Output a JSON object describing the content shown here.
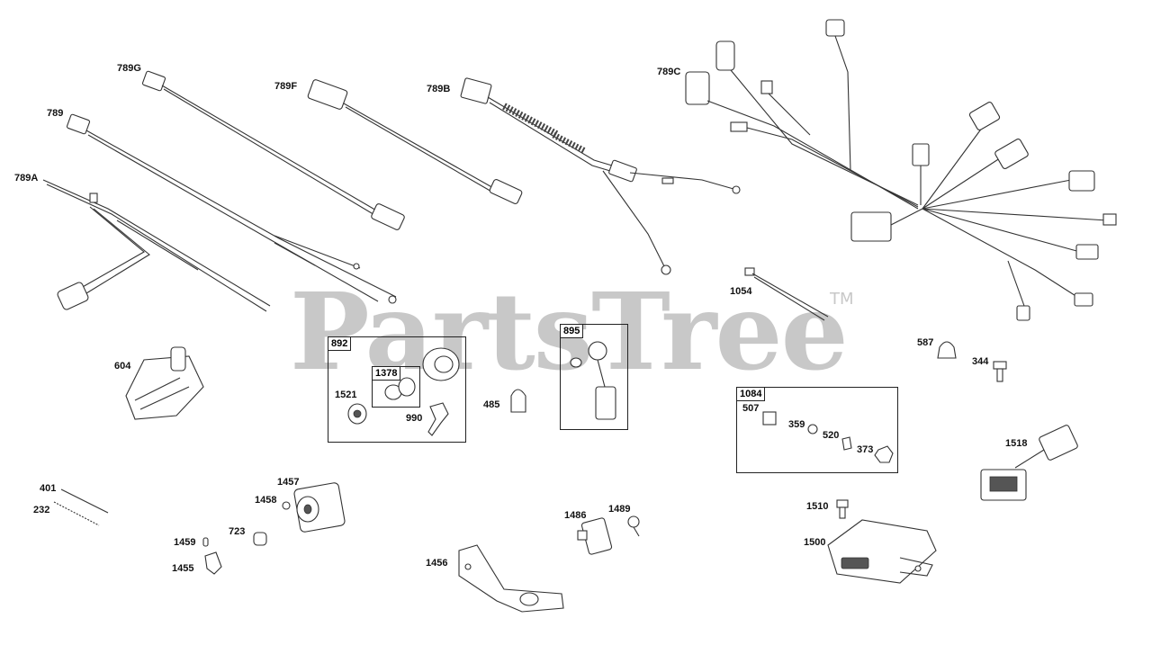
{
  "watermark": {
    "text": "PartsTree",
    "trademark": "TM"
  },
  "callouts": {
    "c789G": "789G",
    "c789F": "789F",
    "c789B": "789B",
    "c789C": "789C",
    "c789": "789",
    "c789A": "789A",
    "c1054": "1054",
    "c587": "587",
    "c344": "344",
    "c604": "604",
    "c1521": "1521",
    "c990": "990",
    "c485": "485",
    "c507": "507",
    "c359": "359",
    "c520": "520",
    "c373": "373",
    "c1518": "1518",
    "c401": "401",
    "c232": "232",
    "c1457": "1457",
    "c1458": "1458",
    "c723": "723",
    "c1459": "1459",
    "c1455": "1455",
    "c1456": "1456",
    "c1486": "1486",
    "c1489": "1489",
    "c1510": "1510",
    "c1500": "1500"
  },
  "kits": {
    "k892": "892",
    "k1378": "1378",
    "k895": "895",
    "k1084": "1084"
  }
}
